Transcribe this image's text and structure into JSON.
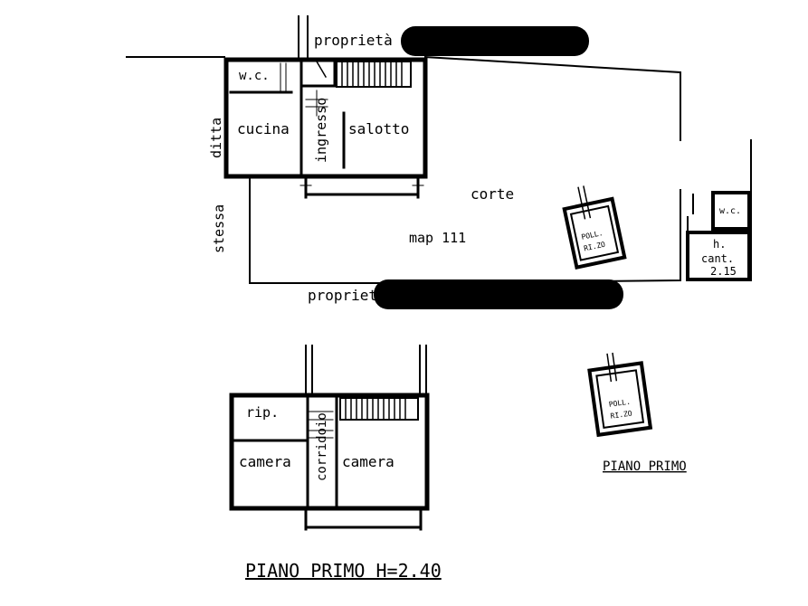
{
  "ground_floor": {
    "neighbor_top": "proprietà",
    "neighbor_bottom": "proprietà",
    "neighbor_left_1": "ditta",
    "neighbor_left_2": "stessa",
    "rooms": {
      "wc": "w.c.",
      "kitchen": "cucina",
      "entrance": "ingresso",
      "living": "salotto",
      "yard": "corte",
      "map": "map 111"
    },
    "outbuilding": {
      "wc": "w.c.",
      "henhouse_1": "POLL.",
      "henhouse_2": "RI.ZO",
      "cellar_h": "h.",
      "cellar": "cant.",
      "cellar_height": "2.15"
    }
  },
  "first_floor": {
    "rooms": {
      "storage": "rip.",
      "bedroom_left": "camera",
      "corridor": "corridoio",
      "bedroom_right": "camera"
    },
    "title": "PIANO PRIMO H=2.40"
  },
  "outbuilding_first_floor": {
    "henhouse_1": "POLL.",
    "henhouse_2": "RI.ZO",
    "title": "PIANO PRIMO"
  },
  "colors": {
    "ink": "#000000",
    "paper": "#ffffff",
    "redaction": "#000000"
  }
}
